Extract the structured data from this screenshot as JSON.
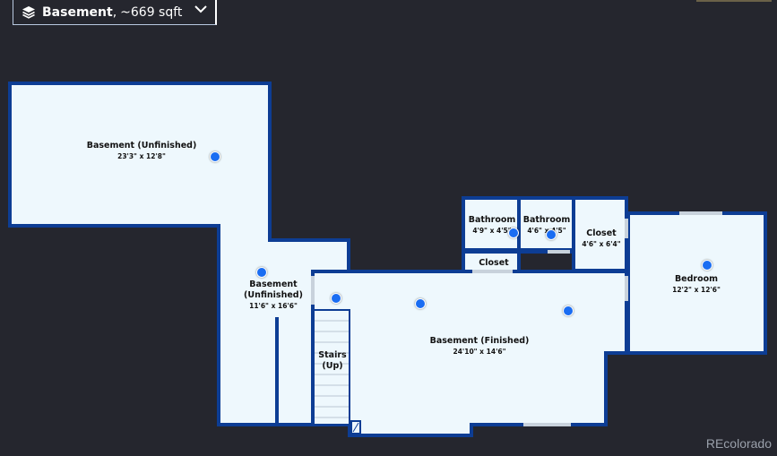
{
  "floor_selector": {
    "level_name": "Basement",
    "separator": ",",
    "area_text": "~669 sqft",
    "layers_icon": "layers-icon",
    "expand_icon": "chevron-down-icon"
  },
  "rooms": [
    {
      "name": "Basement (Unfinished)",
      "dims": "23'3\" x 12'8\""
    },
    {
      "name": "Basement (Unfinished)",
      "dims": "11'6\" x 16'6\""
    },
    {
      "name": "Bathroom",
      "dims": "4'9\" x 4'5\""
    },
    {
      "name": "Bathroom",
      "dims": "4'6\" x 4'5\""
    },
    {
      "name": "Closet",
      "dims": "4'6\" x 6'4\""
    },
    {
      "name": "Closet",
      "dims": ""
    },
    {
      "name": "Bedroom",
      "dims": "12'2\" x 12'6\""
    },
    {
      "name": "Stairs (Up)",
      "dims": ""
    },
    {
      "name": "Basement (Finished)",
      "dims": "24'10\" x 14'6\""
    }
  ],
  "watermark": "REcolorado",
  "colors": {
    "background": "#25262e",
    "room_fill": "#eef8fd",
    "wall": "#0d3d94",
    "hotspot": "#1a6df2"
  }
}
